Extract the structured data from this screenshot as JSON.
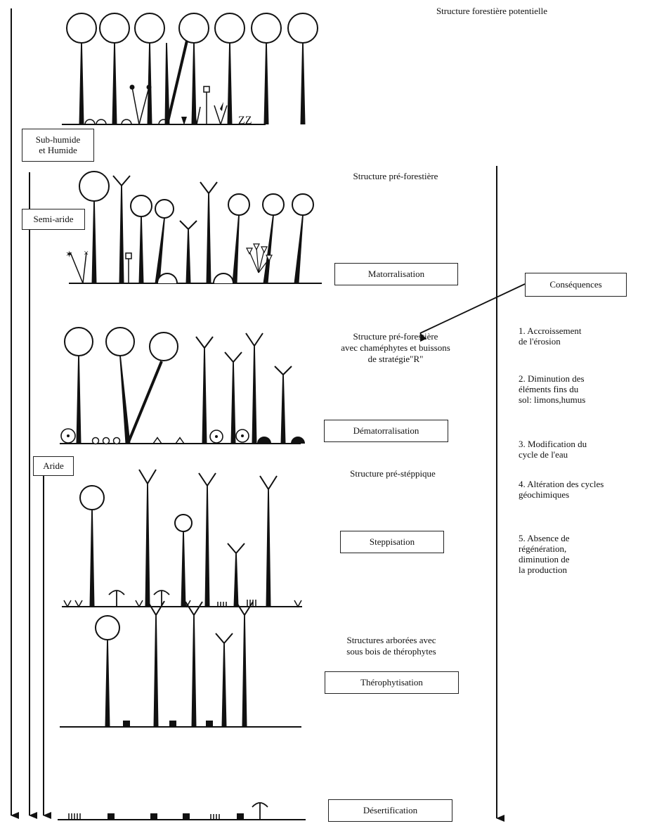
{
  "structures": {
    "potentielle": "Structure forestière potentielle",
    "pre_forestiere": "Structure pré-forestière",
    "chamephytes": "Structure pré-forestière\navec chaméphytes et buissons\nde stratégie\"R\"",
    "pre_steppique": "Structure pré-stéppique",
    "arborees": "Structures arborées avec\nsous bois de thérophytes"
  },
  "processes": {
    "matorralisation": "Matorralisation",
    "dematorralisation": "Dématorralisation",
    "steppisation": "Steppisation",
    "therophytisation": "Thérophytisation",
    "desertification": "Désertification"
  },
  "zones": {
    "sub_humide": "Sub-humide\net Humide",
    "semi_aride": "Semi-aride",
    "aride": "Aride"
  },
  "consequences": {
    "title": "Conséquences",
    "items": [
      "1.  Accroissement\n     de l'érosion",
      "2.  Diminution des\n     éléments fins du\n     sol: limons,humus",
      "3.  Modification du\n     cycle de l'eau",
      "4.  Altération des cycles\n     géochimiques",
      "5.  Absence de\n     régénération,\n     diminution de\n     la production"
    ]
  },
  "colors": {
    "ink": "#111111",
    "background": "#ffffff"
  }
}
